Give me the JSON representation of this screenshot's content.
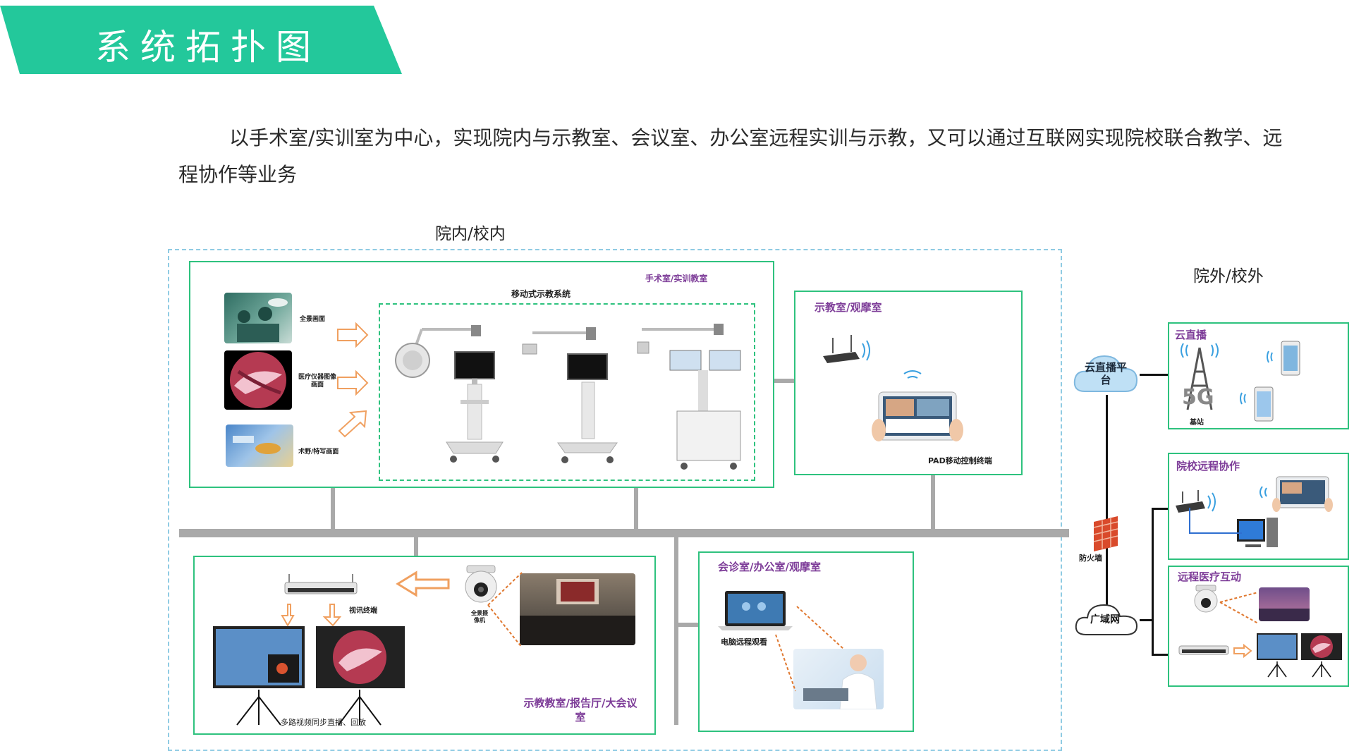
{
  "header": {
    "title": "系统拓扑图"
  },
  "intro_text": "以手术室/实训室为中心，实现院内与示教室、会议室、办公室远程实训与示教，又可以通过互联网实现院校联合教学、远程协作等业务",
  "zones": {
    "inside": "院内/校内",
    "outside": "院外/校外"
  },
  "surgery": {
    "title": "手术室/实训教室",
    "system_label": "移动式示教系统",
    "feeds": [
      "全景画面",
      "医疗仪器图像画面",
      "术野/特写画面"
    ]
  },
  "demo_room": {
    "title": "示教室/观摩室",
    "pad_label": "PAD移动控制终端"
  },
  "lecture": {
    "title": "示教教室/报告厅/大会议室",
    "terminal_label": "视讯终端",
    "camera_label": "全景摄像机",
    "bottom_label": "多路视频同步直播、回放"
  },
  "consult": {
    "title": "会诊室/办公室/观摩室",
    "pc_label": "电脑远程观看"
  },
  "network": {
    "cloud_platform": "云直播平台",
    "firewall": "防火墙",
    "wan": "广域网"
  },
  "outside": {
    "cloud_live": {
      "title": "云直播",
      "station": "基站"
    },
    "collab": {
      "title": "院校远程协作"
    },
    "medical": {
      "title": "远程医疗互动"
    }
  },
  "colors": {
    "accent": "#23c89b",
    "box_border": "#2ec27e",
    "section_title": "#7d3c98",
    "outer_dash": "#8fcbe3",
    "bus": "#a9a9a9"
  }
}
